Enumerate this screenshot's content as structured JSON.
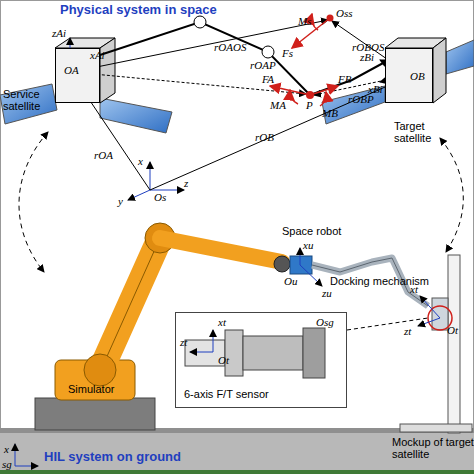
{
  "diagram": {
    "title": "Physical system in space",
    "nodes": [
      {
        "text": [
          "Service satellite",
          "OA"
        ]
      },
      {
        "text": [
          "Target satellite",
          "OB"
        ]
      },
      {
        "text": [
          "6-axis F/T sensor",
          "xt",
          "zt",
          "Ot",
          "Osg"
        ]
      }
    ],
    "labels": [
      "zAi",
      "xAi",
      "x",
      "y",
      "z",
      "Os",
      "rOA",
      "rOB",
      "Ms",
      "Oss",
      "Fs",
      "rOAP",
      "rOAOS",
      "rOBOS",
      "FA",
      "MA",
      "P",
      "MB",
      "FB",
      "rOBP",
      "zBi",
      "xBi",
      "Space robot",
      "Docking mechanism",
      "xu",
      "zu",
      "Ou",
      "xt",
      "zt",
      "Ot",
      "Simulator",
      "HIL system on ground",
      "x",
      "sg",
      "Mockup of target satellite"
    ]
  }
}
